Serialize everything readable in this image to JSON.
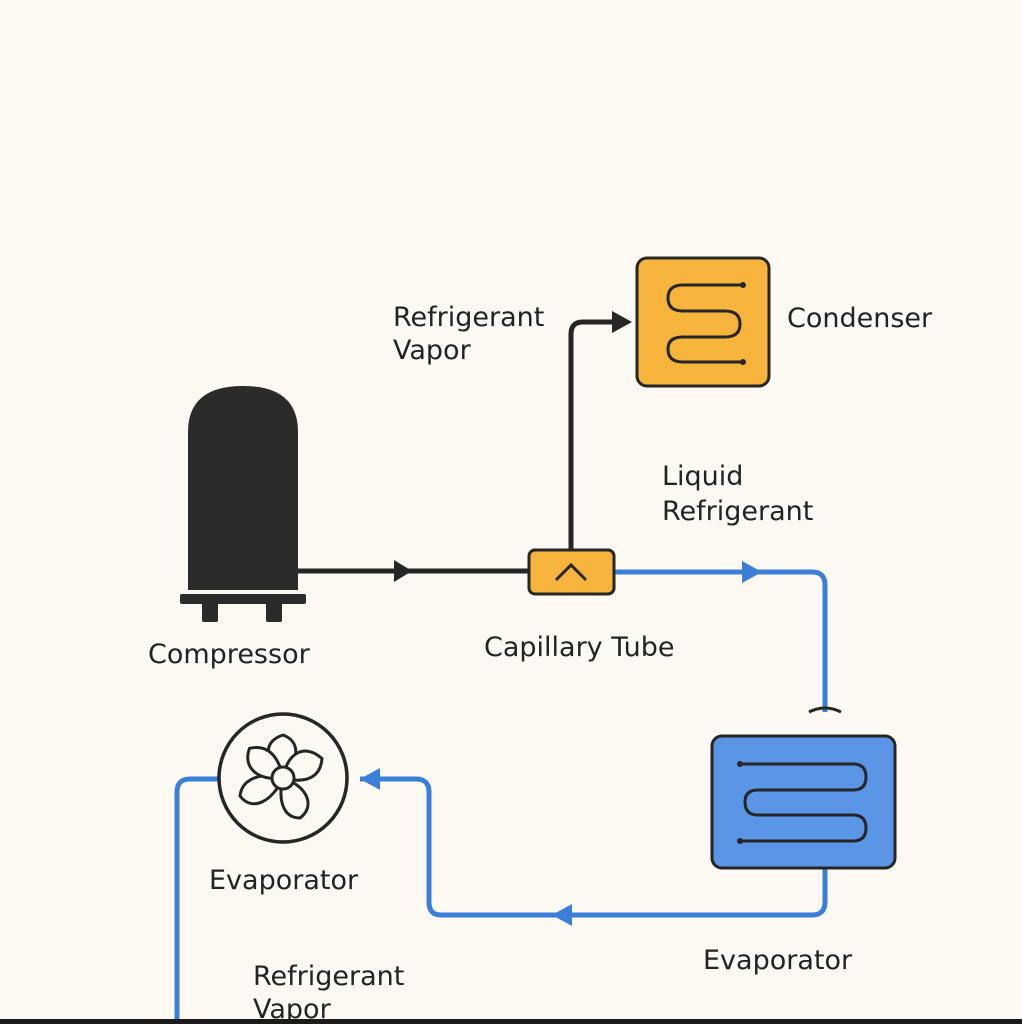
{
  "labels": {
    "refrigerant_vapor_top": [
      "Refrigerant",
      "Vapor"
    ],
    "condenser": "Condenser",
    "liquid_refrigerant": [
      "Liquid",
      "Refrigerant"
    ],
    "compressor": "Compressor",
    "capillary_tube": "Capillary Tube",
    "evaporator_fan": "Evaporator",
    "evaporator_coil": "Evaporator",
    "refrigerant_vapor_bottom": [
      "Refrigerant",
      "Vapor"
    ]
  },
  "colors": {
    "background": "#fcf8f2",
    "dark_line": "#262626",
    "blue_line": "#3b7fd8",
    "condenser_fill": "#f6b43c",
    "evaporator_fill": "#5b95e6",
    "capillary_fill": "#f6b43c"
  },
  "icons": {
    "compressor": "compressor-tank-icon",
    "condenser": "condenser-coil-icon",
    "capillary": "capillary-chevron-icon",
    "evaporator": "evaporator-coil-icon",
    "fan": "fan-icon"
  }
}
